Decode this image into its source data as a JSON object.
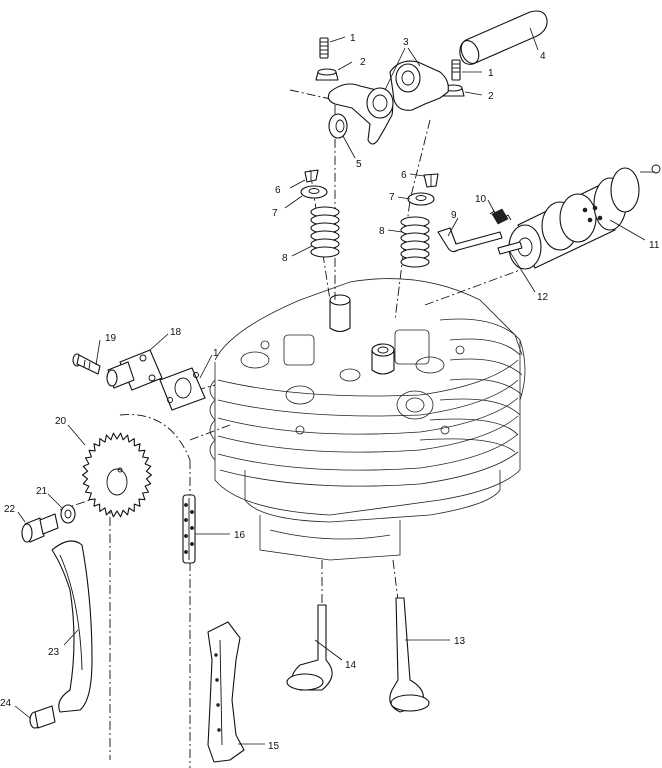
{
  "callouts": [
    {
      "id": "c1a",
      "text": "1"
    },
    {
      "id": "c2a",
      "text": "2"
    },
    {
      "id": "c3",
      "text": "3"
    },
    {
      "id": "c1b",
      "text": "1"
    },
    {
      "id": "c2b",
      "text": "2"
    },
    {
      "id": "c4",
      "text": "4"
    },
    {
      "id": "c5",
      "text": "5"
    },
    {
      "id": "c6a",
      "text": "6"
    },
    {
      "id": "c7a",
      "text": "7"
    },
    {
      "id": "c8a",
      "text": "8"
    },
    {
      "id": "c6b",
      "text": "6"
    },
    {
      "id": "c7b",
      "text": "7"
    },
    {
      "id": "c8b",
      "text": "8"
    },
    {
      "id": "c9",
      "text": "9"
    },
    {
      "id": "c10",
      "text": "10"
    },
    {
      "id": "c11",
      "text": "11"
    },
    {
      "id": "c12",
      "text": "12"
    },
    {
      "id": "c18",
      "text": "18"
    },
    {
      "id": "c19",
      "text": "19"
    },
    {
      "id": "c17",
      "text": "1"
    },
    {
      "id": "c20",
      "text": "20"
    },
    {
      "id": "c21",
      "text": "21"
    },
    {
      "id": "c22",
      "text": "22"
    },
    {
      "id": "c16",
      "text": "16"
    },
    {
      "id": "c23",
      "text": "23"
    },
    {
      "id": "c24",
      "text": "24"
    },
    {
      "id": "c14",
      "text": "14"
    },
    {
      "id": "c13",
      "text": "13"
    },
    {
      "id": "c15",
      "text": "15"
    }
  ]
}
